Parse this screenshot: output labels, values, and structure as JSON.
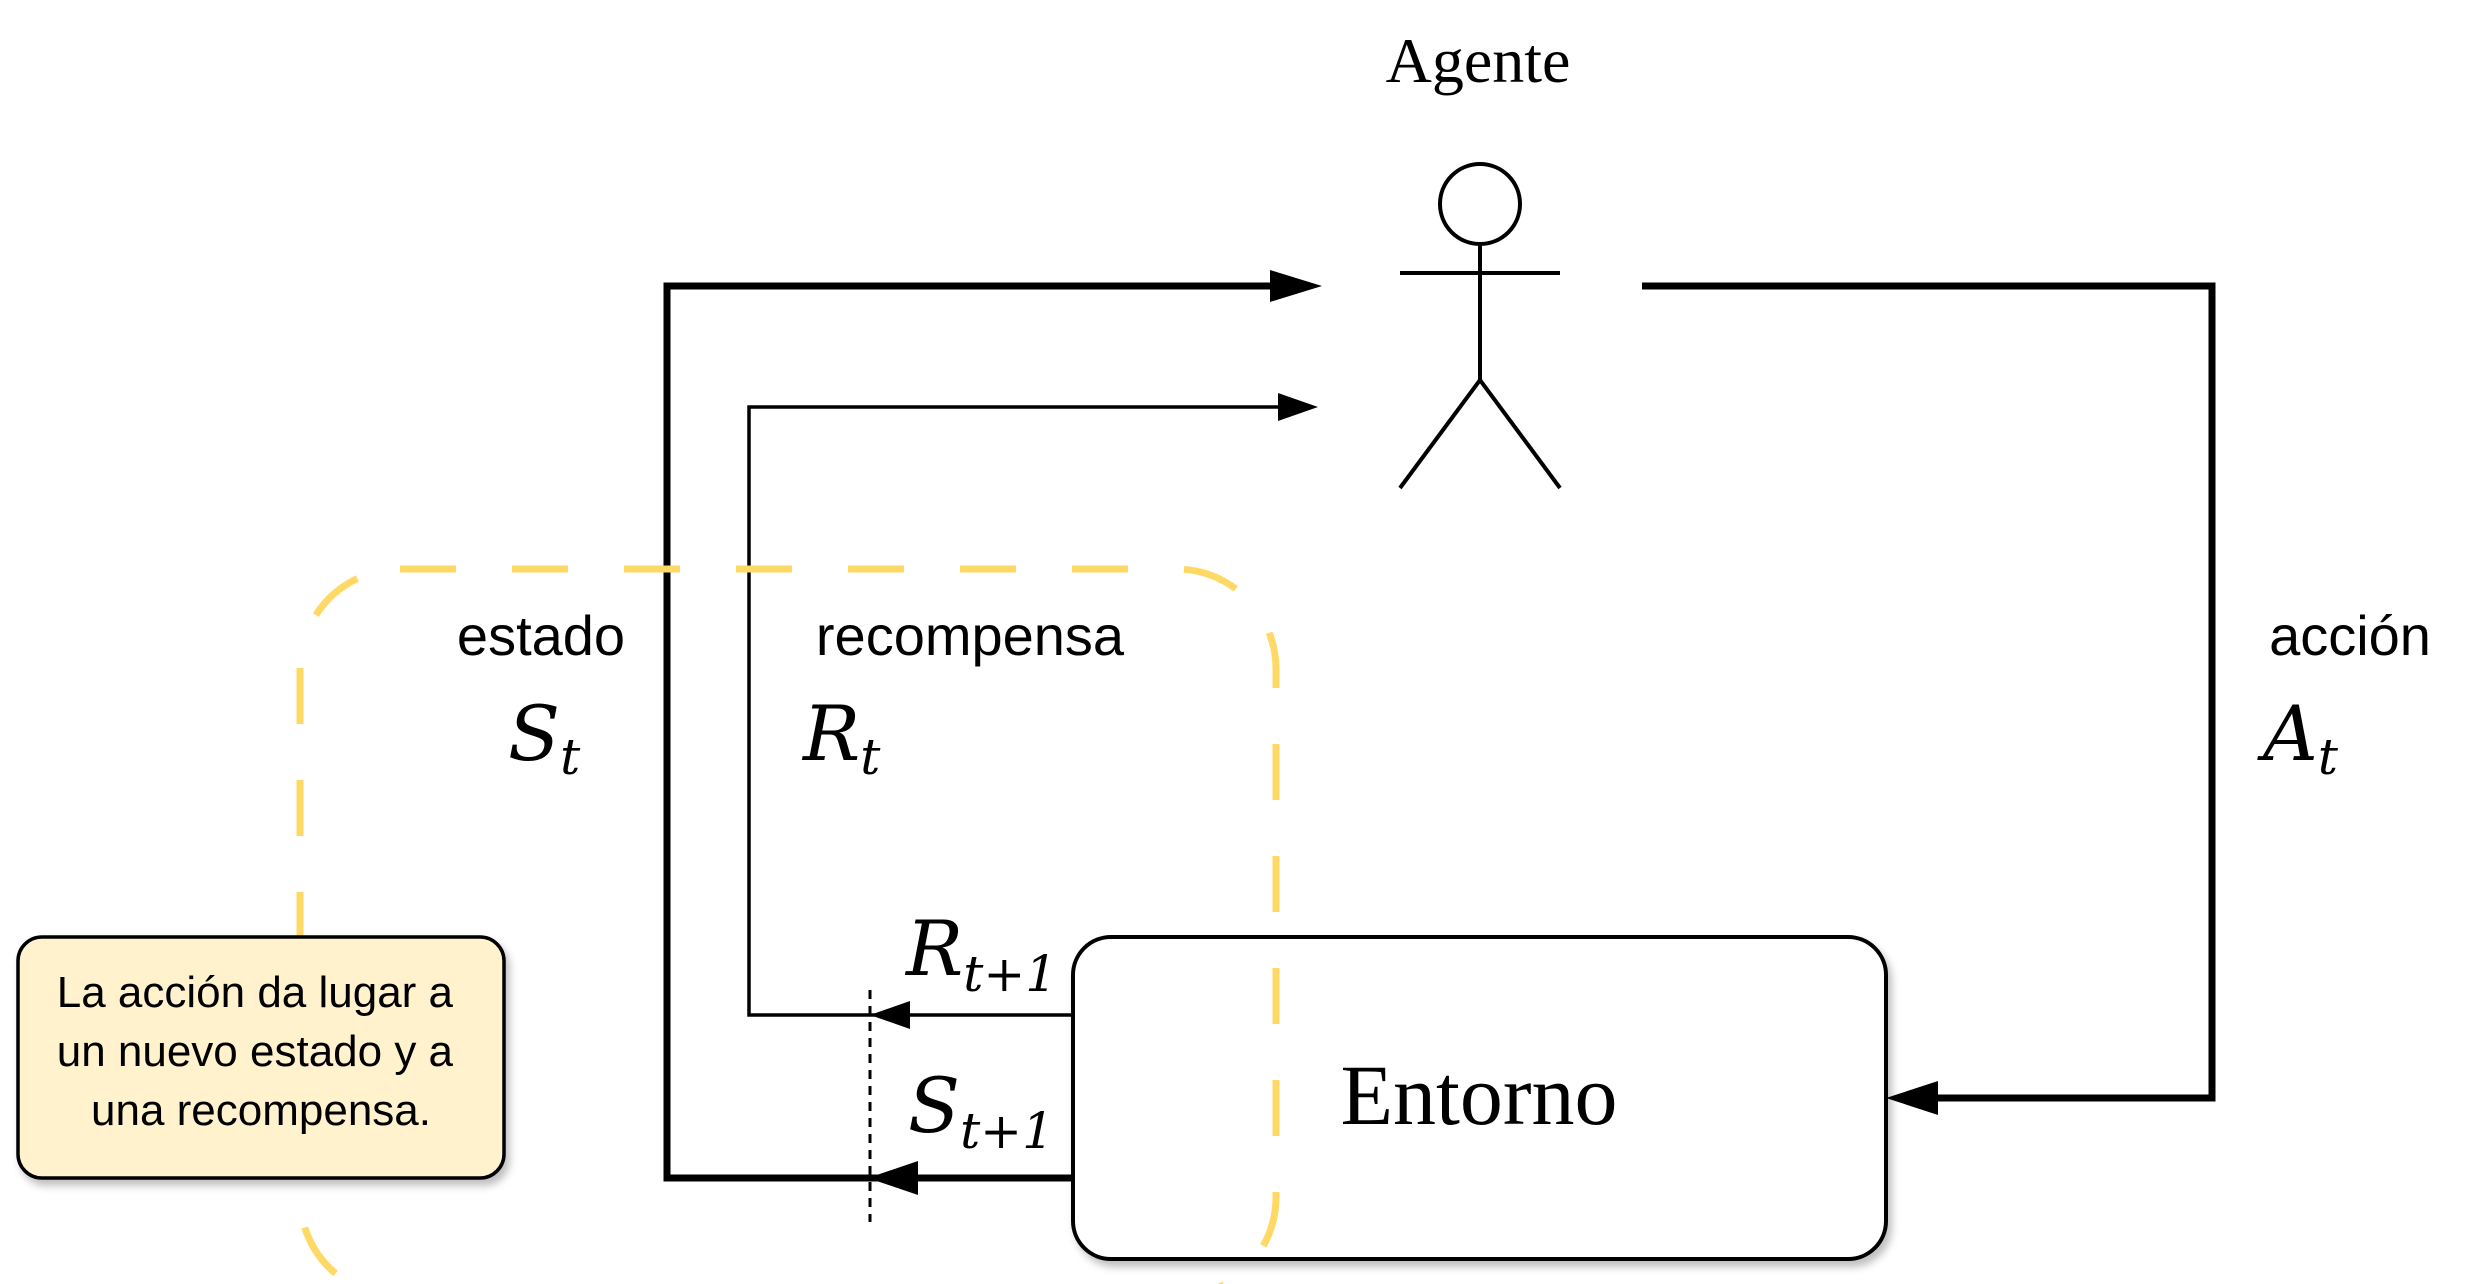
{
  "agent": {
    "label": "Agente"
  },
  "environment": {
    "label": "Entorno"
  },
  "edges": {
    "state": {
      "label": "estado",
      "symbol": "S",
      "subscript": "t"
    },
    "reward": {
      "label": "recompensa",
      "symbol": "R",
      "subscript": "t"
    },
    "action": {
      "label": "acción",
      "symbol": "A",
      "subscript": "t"
    },
    "next_reward": {
      "symbol": "R",
      "subscript": "t+1"
    },
    "next_state": {
      "symbol": "S",
      "subscript": "t+1"
    }
  },
  "note": {
    "lines": [
      "La acción da lugar a",
      "un nuevo estado y a",
      "una recompensa."
    ]
  },
  "colors": {
    "line": "#000000",
    "highlight_dash": "#ffd966",
    "note_fill": "#fff2cc",
    "note_border": "#000000",
    "node_fill": "#ffffff"
  }
}
